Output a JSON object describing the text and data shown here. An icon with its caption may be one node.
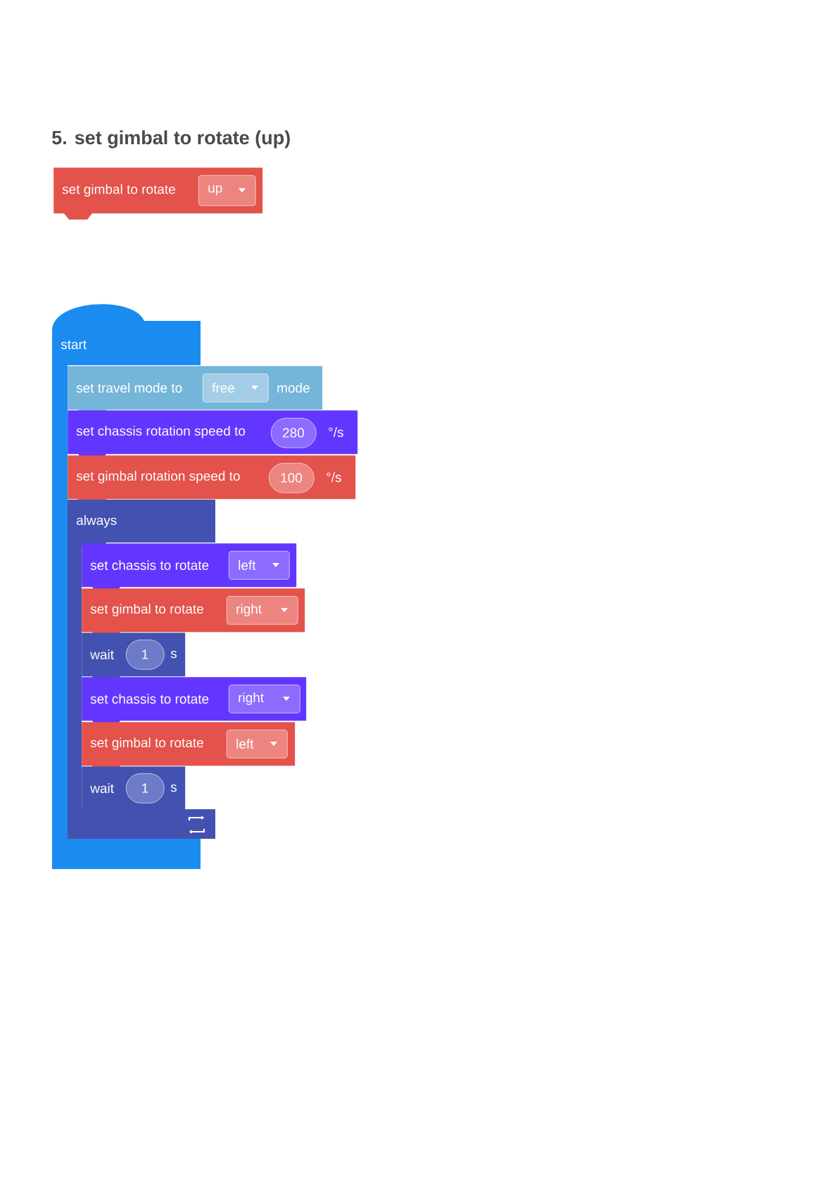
{
  "diagram": {
    "title": "5. set gimbal to rotate (up)",
    "nodes": [
      {
        "text": [
          "set gimbal to rotate"
        ]
      },
      {
        "text": [
          "up"
        ],
        "in": 0
      },
      {
        "text": [
          "start"
        ]
      },
      {
        "text": [
          "set travel mode to",
          "mode"
        ]
      },
      {
        "text": [
          "free"
        ],
        "in": 3
      },
      {
        "text": [
          "set chassis rotation speed to",
          "°/s"
        ]
      },
      {
        "text": [
          "280"
        ],
        "in": 5
      },
      {
        "text": [
          "set gimbal rotation speed to",
          "°/s"
        ]
      },
      {
        "text": [
          "100"
        ],
        "in": 7
      },
      {
        "text": [
          "always"
        ]
      },
      {
        "text": [
          "set chassis to rotate"
        ]
      },
      {
        "text": [
          "left"
        ],
        "in": 10
      },
      {
        "text": [
          "set gimbal to rotate"
        ]
      },
      {
        "text": [
          "right"
        ],
        "in": 12
      },
      {
        "text": [
          "wait",
          "s"
        ],
        "in": 9
      },
      {
        "text": [
          "1"
        ],
        "in": 14
      },
      {
        "text": [
          "set chassis to rotate"
        ]
      },
      {
        "text": [
          "right"
        ],
        "in": 16
      },
      {
        "text": [
          "set gimbal to rotate"
        ]
      },
      {
        "text": [
          "left"
        ],
        "in": 18
      },
      {
        "text": [
          "wait",
          "s"
        ],
        "in": 9
      },
      {
        "text": [
          "1"
        ],
        "in": 20
      }
    ],
    "edges": []
  }
}
